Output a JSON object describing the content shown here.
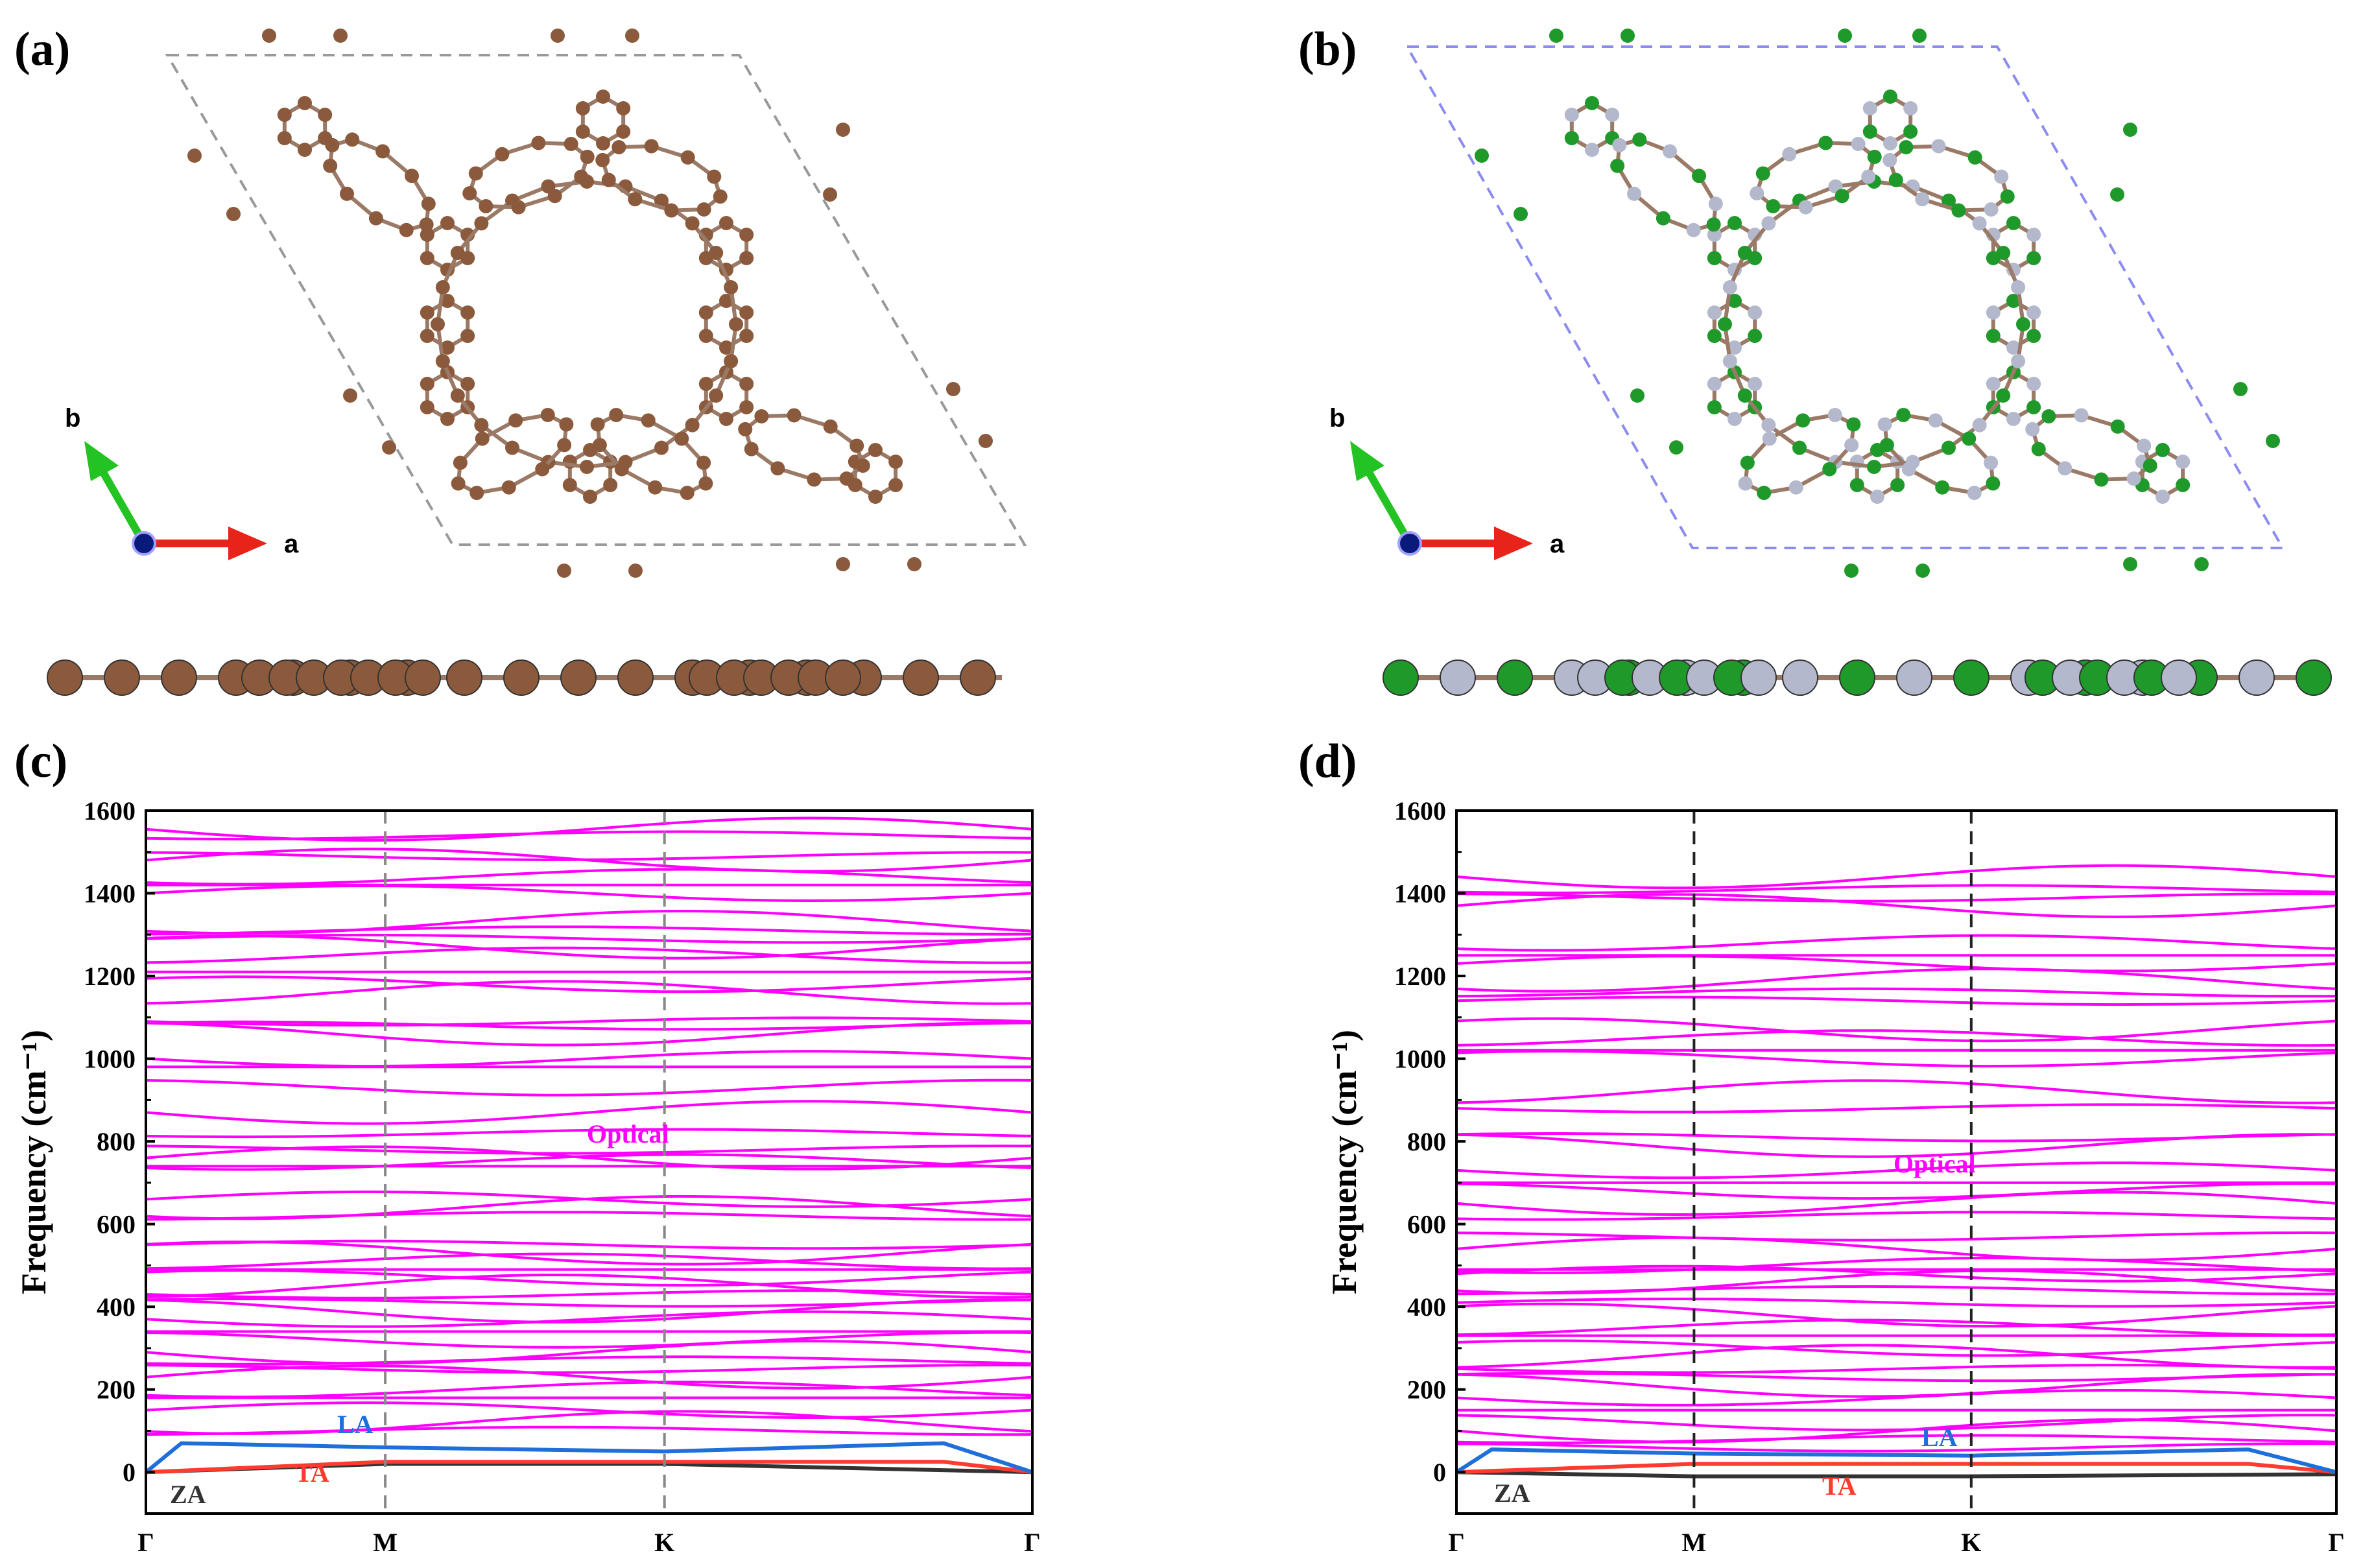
{
  "panels": {
    "a": {
      "label": "(a)",
      "axis_a": "a",
      "axis_b": "b"
    },
    "b": {
      "label": "(b)",
      "axis_a": "a",
      "axis_b": "b"
    },
    "c": {
      "label": "(c)"
    },
    "d": {
      "label": "(d)"
    }
  },
  "colors": {
    "carbon": "#8b5a3c",
    "green_atom": "#1f9a2a",
    "grey_atom": "#b3b8cc",
    "optical": "#ff00ff",
    "la": "#1e6fd9",
    "ta": "#ff3b30",
    "za": "#333333",
    "cell_a": "#999999",
    "cell_b": "#8c8cf0"
  },
  "chart_data": [
    {
      "type": "line",
      "panel": "c",
      "ylabel": "Frequency (cm⁻¹)",
      "ylim": [
        -100,
        1600
      ],
      "yticks": [
        0,
        200,
        400,
        600,
        800,
        1000,
        1200,
        1400,
        1600
      ],
      "x_positions": [
        0,
        0.27,
        0.585,
        1.0
      ],
      "x_labels": [
        "Γ",
        "M",
        "K",
        "Γ"
      ],
      "optical_levels": [
        1555,
        1540,
        1490,
        1480,
        1440,
        1420,
        1400,
        1330,
        1310,
        1290,
        1270,
        1250,
        1210,
        1180,
        1160,
        1090,
        1080,
        1060,
        1000,
        980,
        930,
        870,
        820,
        780,
        760,
        750,
        740,
        660,
        640,
        620,
        550,
        530,
        510,
        490,
        470,
        450,
        430,
        410,
        390,
        370,
        340,
        320,
        290,
        270,
        250,
        230,
        200,
        180,
        150,
        120,
        100
      ],
      "acoustic": {
        "LA": {
          "x": [
            0,
            0.04,
            0.27,
            0.585,
            0.9,
            1.0
          ],
          "y": [
            0,
            70,
            60,
            50,
            70,
            0
          ]
        },
        "TA": {
          "x": [
            0,
            0.27,
            0.585,
            0.9,
            1.0
          ],
          "y": [
            0,
            25,
            25,
            25,
            0
          ]
        },
        "ZA": {
          "x": [
            0,
            0.27,
            0.585,
            1.0
          ],
          "y": [
            0,
            20,
            20,
            0
          ]
        }
      },
      "annotations": {
        "optical": "Optical",
        "la": "LA",
        "ta": "TA",
        "za": "ZA"
      }
    },
    {
      "type": "line",
      "panel": "d",
      "ylabel": "Frequency (cm⁻¹)",
      "ylim": [
        -100,
        1600
      ],
      "yticks": [
        0,
        200,
        400,
        600,
        800,
        1000,
        1200,
        1400,
        1600
      ],
      "x_positions": [
        0,
        0.27,
        0.585,
        1.0
      ],
      "x_labels": [
        "Γ",
        "M",
        "K",
        "Γ"
      ],
      "optical_levels": [
        1440,
        1410,
        1390,
        1370,
        1280,
        1250,
        1230,
        1190,
        1160,
        1140,
        1070,
        1050,
        1020,
        1000,
        920,
        880,
        810,
        790,
        730,
        700,
        680,
        650,
        620,
        570,
        540,
        500,
        490,
        480,
        460,
        440,
        410,
        380,
        350,
        330,
        300,
        280,
        250,
        230,
        210,
        180,
        150,
        120,
        100,
        80,
        60
      ],
      "acoustic": {
        "LA": {
          "x": [
            0,
            0.04,
            0.27,
            0.585,
            0.9,
            1.0
          ],
          "y": [
            0,
            55,
            45,
            40,
            55,
            0
          ]
        },
        "TA": {
          "x": [
            0,
            0.27,
            0.585,
            0.9,
            1.0
          ],
          "y": [
            0,
            20,
            20,
            20,
            0
          ]
        },
        "ZA": {
          "x": [
            0,
            0.27,
            0.585,
            1.0
          ],
          "y": [
            0,
            -10,
            -10,
            -5
          ]
        }
      },
      "annotations": {
        "optical": "Optical",
        "la": "LA",
        "ta": "TA",
        "za": "ZA"
      }
    }
  ]
}
